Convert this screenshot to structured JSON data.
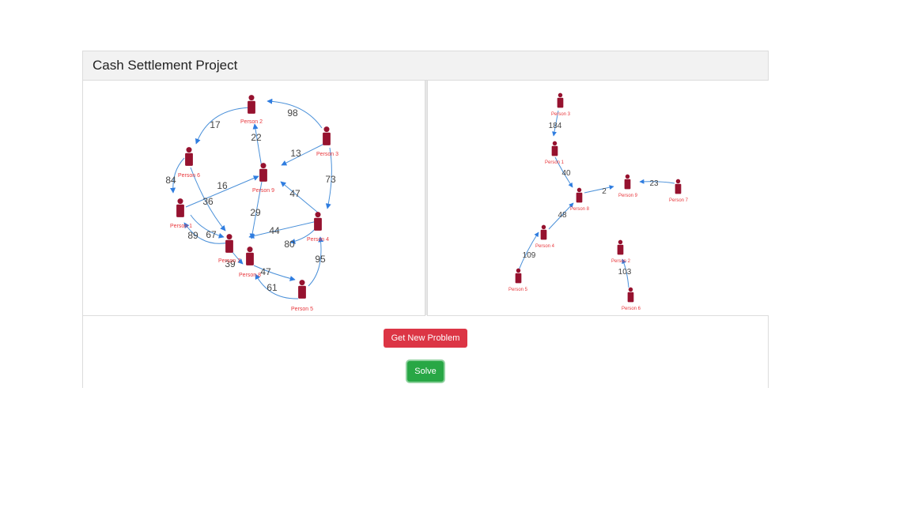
{
  "header": {
    "title": "Cash Settlement Project"
  },
  "buttons": {
    "new_problem": "Get New Problem",
    "solve": "Solve"
  },
  "colors": {
    "person": "#96122f",
    "label": "#e8383d",
    "edge": "#4a90d9",
    "danger": "#dc3545",
    "success": "#28a745"
  },
  "problem_graph": {
    "nodes": [
      "Person 2",
      "Person 3",
      "Person 6",
      "Person 9",
      "Person 1",
      "Person 7",
      "Person 8",
      "Person 4",
      "Person 5"
    ],
    "edge_weights": [
      "17",
      "98",
      "22",
      "13",
      "84",
      "16",
      "73",
      "36",
      "47",
      "29",
      "44",
      "89",
      "67",
      "80",
      "39",
      "47",
      "95",
      "61"
    ]
  },
  "solution_graph": {
    "nodes": [
      "Person 3",
      "Person 1",
      "Person 8",
      "Person 9",
      "Person 7",
      "Person 4",
      "Person 5",
      "Person 2",
      "Person 6"
    ],
    "edge_weights": [
      "184",
      "40",
      "2",
      "23",
      "48",
      "109",
      "103"
    ]
  }
}
